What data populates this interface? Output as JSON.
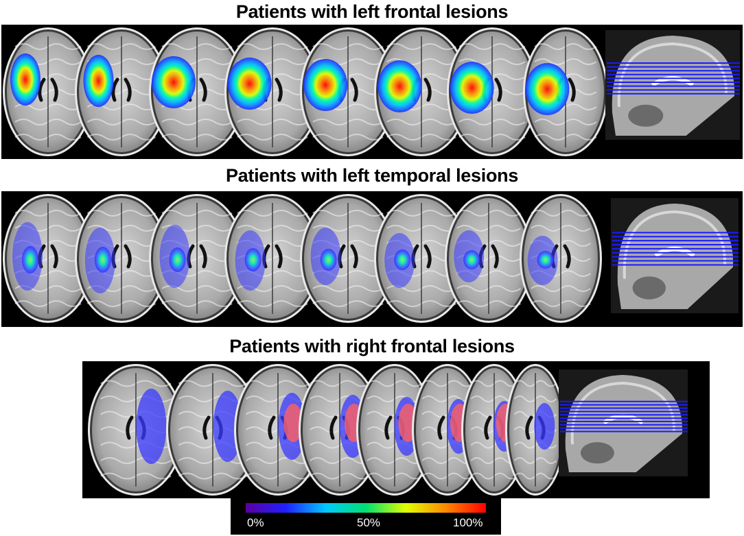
{
  "panels": [
    {
      "title": "Patients with left frontal lesions",
      "group": "left-frontal"
    },
    {
      "title": "Patients with left temporal lesions",
      "group": "left-temporal"
    },
    {
      "title": "Patients with right frontal lesions",
      "group": "right-frontal"
    }
  ],
  "colorbar": {
    "labels": [
      "0%",
      "50%",
      "100%"
    ],
    "stops": [
      "#5a00a0",
      "#2020ff",
      "#00c8ff",
      "#00e070",
      "#e0ff00",
      "#ff8800",
      "#ff0000"
    ]
  },
  "colors": {
    "background": "#000000",
    "slice_line": "#1a1aff",
    "overlay_low": "#3a3aff",
    "overlay_mid": "#00ff90",
    "overlay_high": "#ff0000"
  }
}
